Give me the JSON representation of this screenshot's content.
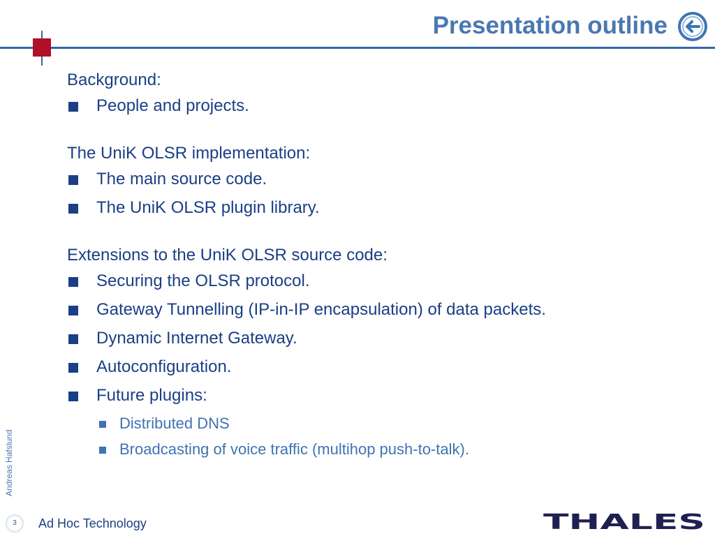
{
  "slide": {
    "title": "Presentation outline",
    "back_button_icon": "arrow-left-circle-icon",
    "author": "Andreas Hafslund",
    "page_number": "3",
    "footer_text": "Ad Hoc Technology",
    "logo_text": "THALES"
  },
  "sections": [
    {
      "heading": "Background:",
      "items": [
        {
          "text": "People and projects."
        }
      ]
    },
    {
      "heading": "The UniK OLSR implementation:",
      "items": [
        {
          "text": "The main source code."
        },
        {
          "text": "The UniK OLSR plugin library."
        }
      ]
    },
    {
      "heading": "Extensions to the UniK OLSR source code:",
      "items": [
        {
          "text": "Securing the OLSR protocol."
        },
        {
          "text": "Gateway Tunnelling (IP-in-IP encapsulation) of data packets."
        },
        {
          "text": "Dynamic Internet Gateway."
        },
        {
          "text": "Autoconfiguration."
        },
        {
          "text": "Future plugins:",
          "subitems": [
            "Distributed DNS",
            "Broadcasting of voice traffic (multihop push-to-talk)."
          ]
        }
      ]
    }
  ],
  "colors": {
    "title": "#4a78b0",
    "text": "#1a3f85",
    "subtext": "#3f73b3",
    "rule": "#2f6aa6",
    "accent": "#b0102a",
    "logo": "#1e2150"
  }
}
